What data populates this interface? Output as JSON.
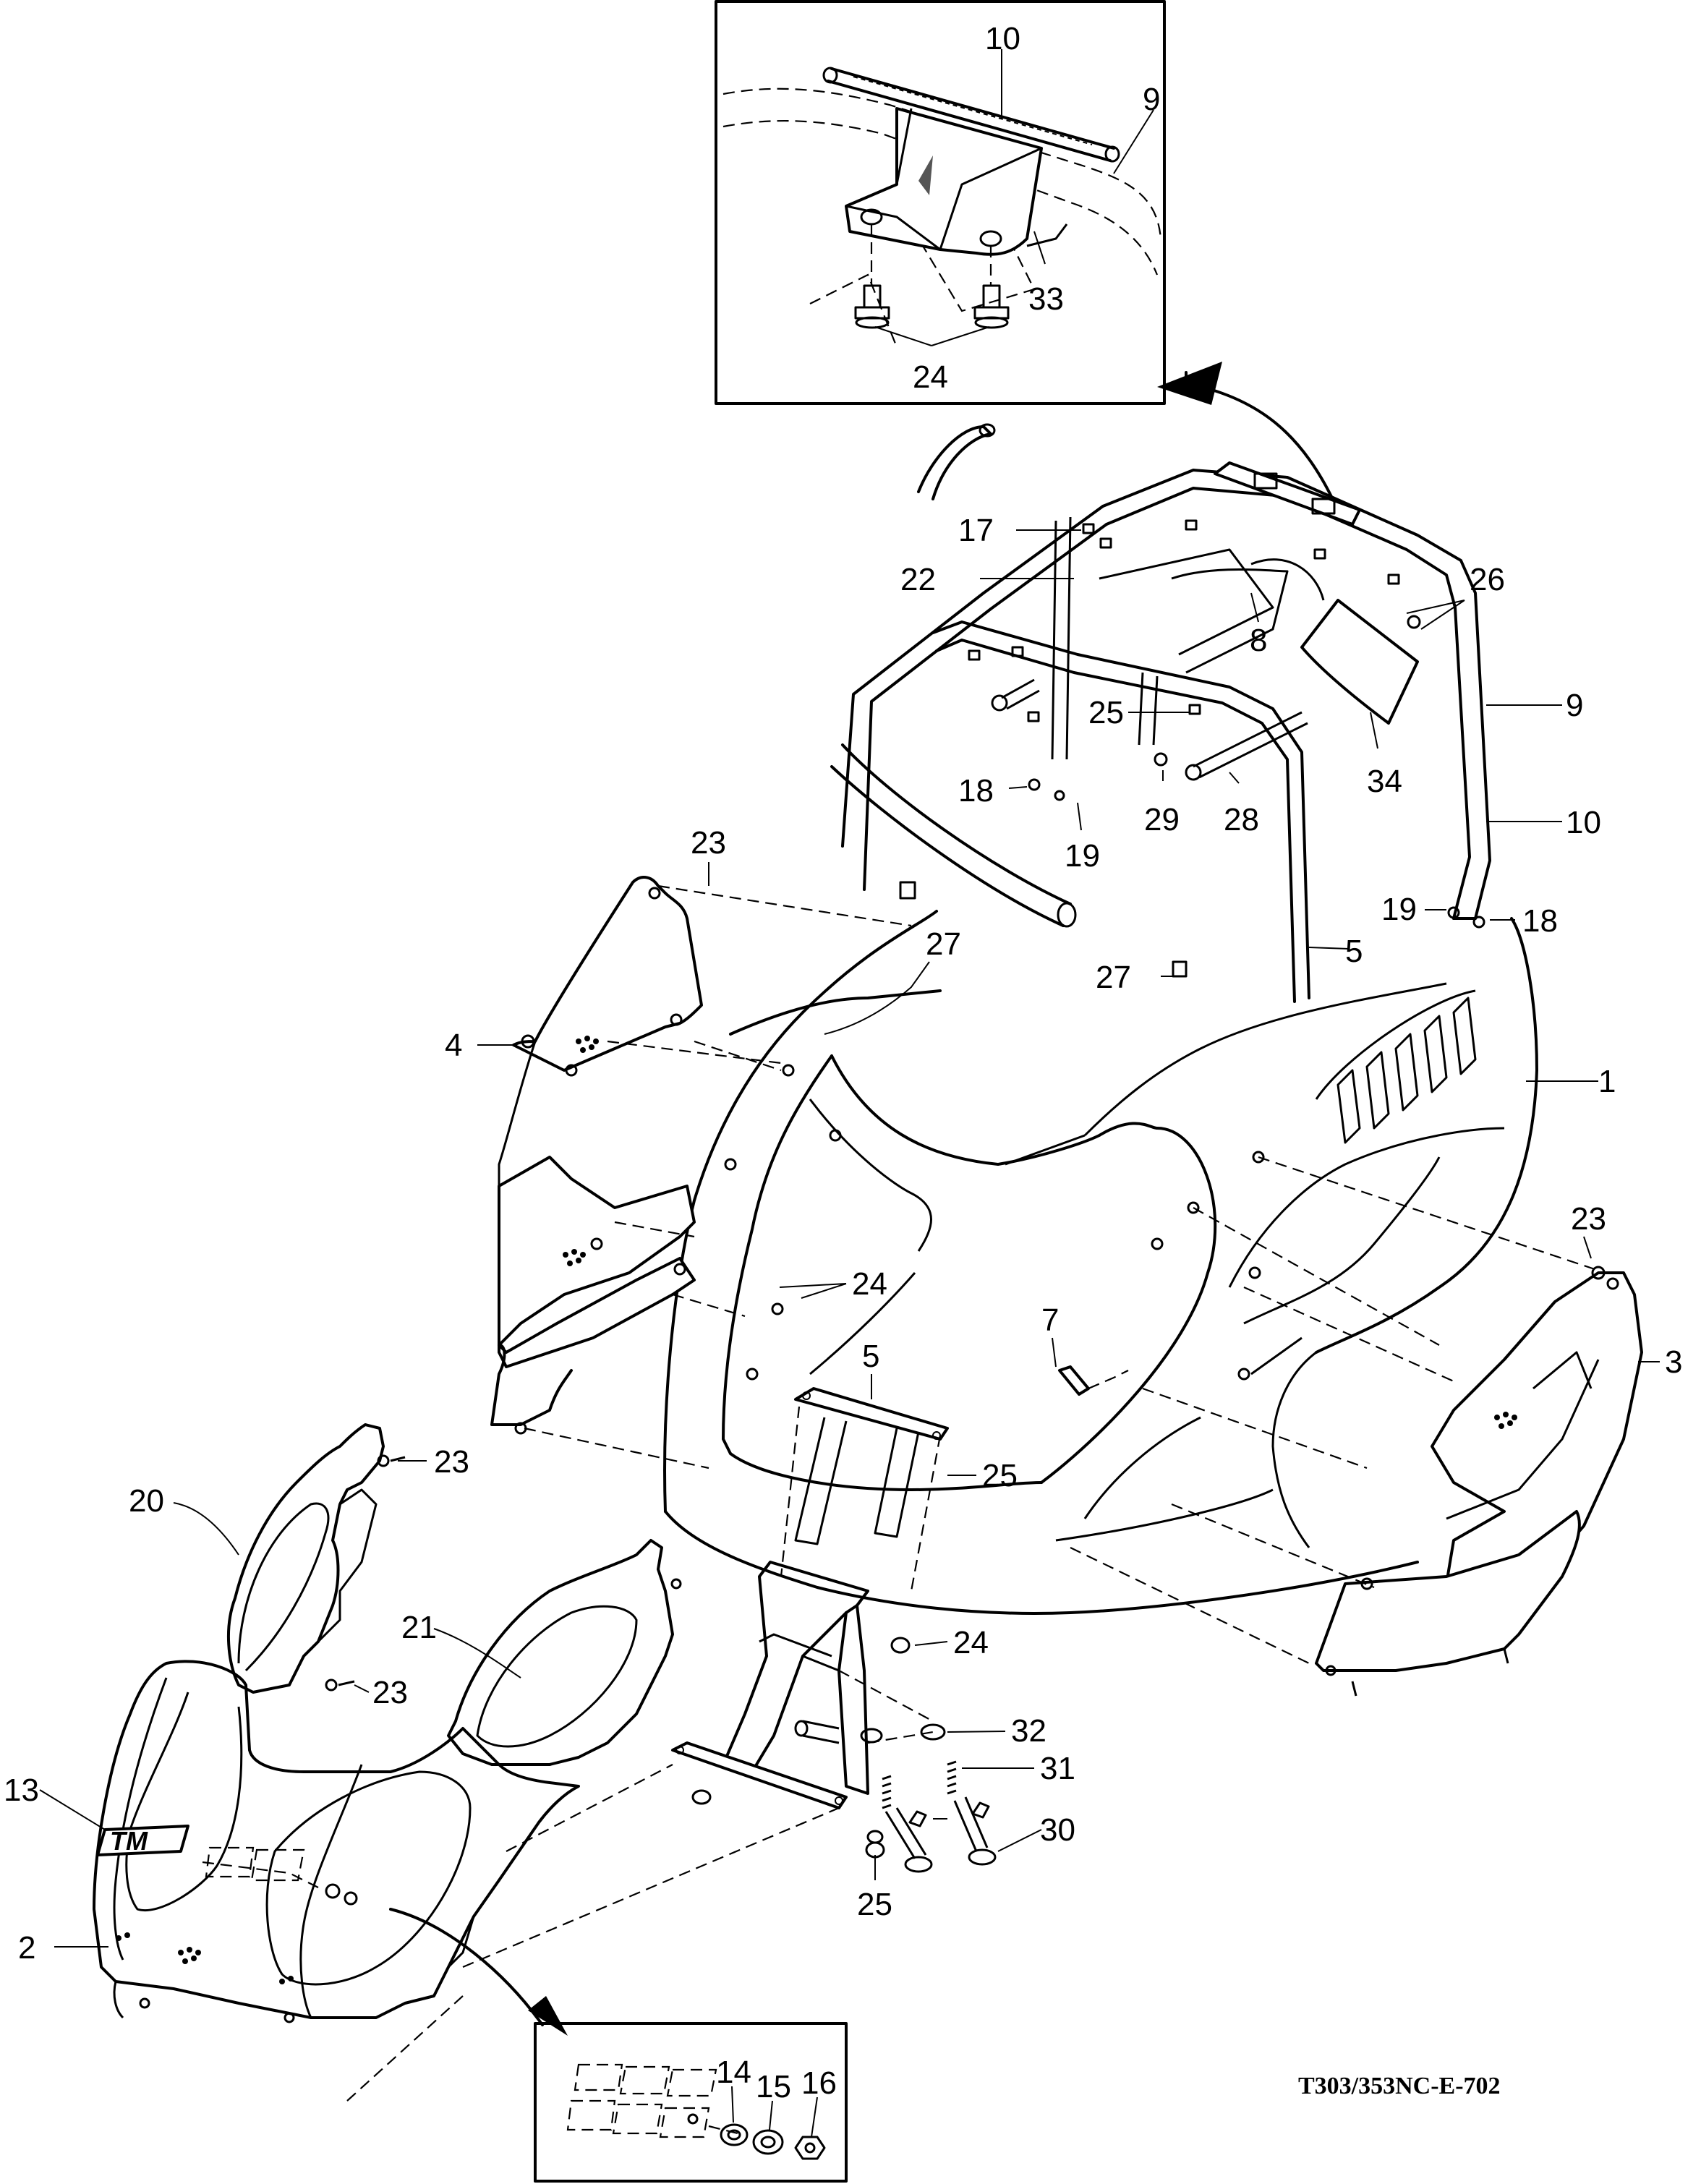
{
  "diagram": {
    "document_code": "T303/353NC-E-702",
    "callouts": {
      "c10_inset": "10",
      "c9_inset": "9",
      "c33": "33",
      "c24_inset": "24",
      "c17": "17",
      "c22": "22",
      "c26": "26",
      "c8": "8",
      "c9": "9",
      "c25_top": "25",
      "c34": "34",
      "c18_left": "18",
      "c29": "29",
      "c28": "28",
      "c10": "10",
      "c19_left": "19",
      "c23_left": "23",
      "c19_right": "19",
      "c18_right": "18",
      "c27_top": "27",
      "c5_top": "5",
      "c27_mid": "27",
      "c1": "1",
      "c4": "4",
      "c23_right": "23",
      "c24_mid": "24",
      "c7": "7",
      "c5_mid": "5",
      "c3": "3",
      "c23_hl1": "23",
      "c25_mid": "25",
      "c20": "20",
      "c21": "21",
      "c24_low": "24",
      "c23_hl2": "23",
      "c32": "32",
      "c13": "13",
      "c31": "31",
      "c30": "30",
      "c25_low": "25",
      "c2": "2",
      "c14": "14",
      "c15": "15",
      "c16": "16"
    }
  }
}
